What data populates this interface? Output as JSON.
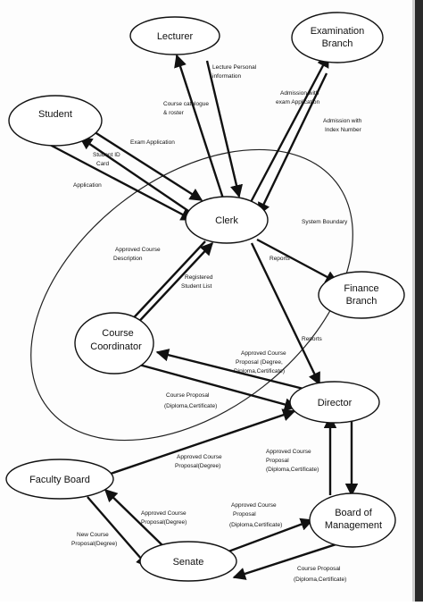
{
  "nodes": {
    "lecturer": "Lecturer",
    "exam_branch_1": "Examination",
    "exam_branch_2": "Branch",
    "student": "Student",
    "clerk": "Clerk",
    "finance_1": "Finance",
    "finance_2": "Branch",
    "coord_1": "Course",
    "coord_2": "Coordinator",
    "director": "Director",
    "faculty_board": "Faculty Board",
    "board_1": "Board of",
    "board_2": "Management",
    "senate": "Senate"
  },
  "boundary_label": "System Boundary",
  "edge_labels": {
    "lecture_personal_1": "Lecture Personal",
    "lecture_personal_2": "information",
    "course_catalogue_1": "Course catalogue",
    "course_catalogue_2": "& roster",
    "admission_app_1": "Admission with",
    "admission_app_2": "exam Application",
    "admission_index_1": "Admission with",
    "admission_index_2": "Index Number",
    "exam_application": "Exam Application",
    "student_id_1": "Student ID",
    "student_id_2": "Card",
    "application": "Application",
    "approved_desc_1": "Approved Course",
    "approved_desc_2": "Description",
    "reports_finance": "Reports",
    "registered_1": "Registered",
    "registered_2": "Student List",
    "reports_director": "Reports",
    "approved_proposal_1": "Approved Course",
    "approved_proposal_2": "Proposal (Degree,",
    "approved_proposal_3": "Diploma,Certificate)",
    "course_proposal_1": "Course Proposal",
    "course_proposal_2": "(Diploma,Certificate)",
    "approved_degree_1": "Approved Course",
    "approved_degree_2": "Proposal(Degree)",
    "approved_dip_cert_1": "Approved Course",
    "approved_dip_cert_2": "Proposal",
    "approved_dip_cert_3": "(Diploma,Certificate)",
    "senate_approved_1": "Approved Course",
    "senate_approved_2": "Proposal(Degree)",
    "new_course_1": "New Course",
    "new_course_2": "Proposal(Degree)",
    "senate_to_board_1": "Approved Course",
    "senate_to_board_2": "Proposal",
    "senate_to_board_3": "(Diploma,Certificate)",
    "bottom_proposal_1": "Course Proposal",
    "bottom_proposal_2": "(Diploma,Certificate)"
  }
}
